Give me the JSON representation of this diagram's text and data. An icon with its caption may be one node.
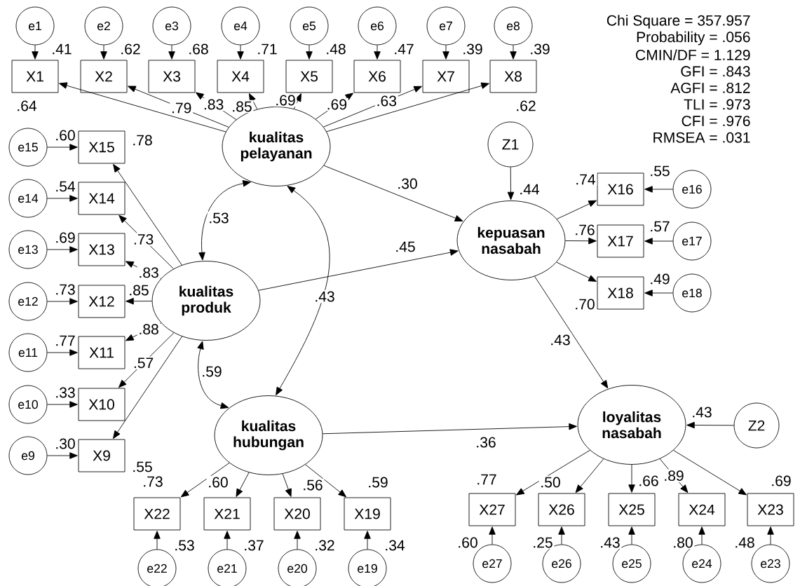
{
  "diagram": {
    "nodes": [
      {
        "text": [
          "e1"
        ]
      },
      {
        "text": [
          "e2"
        ]
      },
      {
        "text": [
          "e3"
        ]
      },
      {
        "text": [
          "e4"
        ]
      },
      {
        "text": [
          "e5"
        ]
      },
      {
        "text": [
          "e6"
        ]
      },
      {
        "text": [
          "e7"
        ]
      },
      {
        "text": [
          "e8"
        ]
      },
      {
        "text": [
          "X1"
        ],
        "beside": [
          ".41"
        ]
      },
      {
        "text": [
          "X2"
        ],
        "beside": [
          ".62"
        ]
      },
      {
        "text": [
          "X3"
        ],
        "beside": [
          ".68"
        ]
      },
      {
        "text": [
          "X4"
        ],
        "beside": [
          ".71"
        ]
      },
      {
        "text": [
          "X5"
        ],
        "beside": [
          ".48"
        ]
      },
      {
        "text": [
          "X6"
        ],
        "beside": [
          ".47"
        ]
      },
      {
        "text": [
          "X7"
        ],
        "beside": [
          ".39"
        ]
      },
      {
        "text": [
          "X8"
        ],
        "beside": [
          ".39"
        ]
      },
      {
        "text": [
          "kualitas pelayanan"
        ]
      },
      {
        "text": [
          "Z1"
        ]
      },
      {
        "text": [
          "e15"
        ]
      },
      {
        "text": [
          "e14"
        ]
      },
      {
        "text": [
          "e13"
        ]
      },
      {
        "text": [
          "e12"
        ]
      },
      {
        "text": [
          "e11"
        ]
      },
      {
        "text": [
          "e10"
        ]
      },
      {
        "text": [
          "e9"
        ]
      },
      {
        "text": [
          "X15"
        ],
        "beside": [
          ".60"
        ]
      },
      {
        "text": [
          "X14"
        ],
        "beside": [
          ".54"
        ]
      },
      {
        "text": [
          "X13"
        ],
        "beside": [
          ".69"
        ]
      },
      {
        "text": [
          "X12"
        ],
        "beside": [
          ".73"
        ]
      },
      {
        "text": [
          "X11"
        ],
        "beside": [
          ".77"
        ]
      },
      {
        "text": [
          "X10"
        ],
        "beside": [
          ".33"
        ]
      },
      {
        "text": [
          "X9"
        ],
        "beside": [
          ".30"
        ]
      },
      {
        "text": [
          "kualitas produk"
        ]
      },
      {
        "text": [
          "kepuasan nasabah"
        ],
        "beside": [
          ".44"
        ]
      },
      {
        "text": [
          "X16"
        ],
        "beside": [
          ".55"
        ]
      },
      {
        "text": [
          "X17"
        ],
        "beside": [
          ".57"
        ]
      },
      {
        "text": [
          "X18"
        ],
        "beside": [
          ".49"
        ]
      },
      {
        "text": [
          "e16"
        ]
      },
      {
        "text": [
          "e17"
        ]
      },
      {
        "text": [
          "e18"
        ]
      },
      {
        "text": [
          "kualitas hubungan"
        ]
      },
      {
        "text": [
          "loyalitas nasabah"
        ],
        "beside": [
          ".43"
        ]
      },
      {
        "text": [
          "Z2"
        ]
      },
      {
        "text": [
          "X22"
        ]
      },
      {
        "text": [
          "X21"
        ]
      },
      {
        "text": [
          "X20"
        ]
      },
      {
        "text": [
          "X19"
        ]
      },
      {
        "text": [
          "X27"
        ]
      },
      {
        "text": [
          "X26"
        ]
      },
      {
        "text": [
          "X25"
        ]
      },
      {
        "text": [
          "X24"
        ]
      },
      {
        "text": [
          "X23"
        ]
      },
      {
        "text": [
          "e22"
        ]
      },
      {
        "text": [
          "e21"
        ]
      },
      {
        "text": [
          "e20"
        ]
      },
      {
        "text": [
          "e19"
        ]
      },
      {
        "text": [
          "e27"
        ]
      },
      {
        "text": [
          "e26"
        ]
      },
      {
        "text": [
          "e25"
        ]
      },
      {
        "text": [
          "e24"
        ]
      },
      {
        "text": [
          "e23"
        ]
      }
    ],
    "edges": [
      {
        "from": 0,
        "to": 8,
        "arrow": "to"
      },
      {
        "from": 1,
        "to": 9,
        "arrow": "to"
      },
      {
        "from": 2,
        "to": 10,
        "arrow": "to"
      },
      {
        "from": 3,
        "to": 11,
        "arrow": "to"
      },
      {
        "from": 4,
        "to": 12,
        "arrow": "to"
      },
      {
        "from": 5,
        "to": 13,
        "arrow": "to"
      },
      {
        "from": 6,
        "to": 14,
        "arrow": "to"
      },
      {
        "from": 7,
        "to": 15,
        "arrow": "to"
      },
      {
        "from": 16,
        "to": 8,
        "arrow": "to",
        "label": ".64"
      },
      {
        "from": 16,
        "to": 9,
        "arrow": "to",
        "label": ".79"
      },
      {
        "from": 16,
        "to": 10,
        "arrow": "to",
        "label": ".83"
      },
      {
        "from": 16,
        "to": 11,
        "arrow": "to",
        "label": ".85"
      },
      {
        "from": 16,
        "to": 12,
        "arrow": "to",
        "label": ".69"
      },
      {
        "from": 16,
        "to": 13,
        "arrow": "to",
        "label": ".69"
      },
      {
        "from": 16,
        "to": 14,
        "arrow": "to",
        "label": ".63"
      },
      {
        "from": 16,
        "to": 15,
        "arrow": "to",
        "label": ".62"
      },
      {
        "from": 18,
        "to": 25,
        "arrow": "to"
      },
      {
        "from": 19,
        "to": 26,
        "arrow": "to"
      },
      {
        "from": 20,
        "to": 27,
        "arrow": "to"
      },
      {
        "from": 21,
        "to": 28,
        "arrow": "to"
      },
      {
        "from": 22,
        "to": 29,
        "arrow": "to"
      },
      {
        "from": 23,
        "to": 30,
        "arrow": "to"
      },
      {
        "from": 24,
        "to": 31,
        "arrow": "to"
      },
      {
        "from": 32,
        "to": 25,
        "arrow": "to",
        "label": ".78"
      },
      {
        "from": 32,
        "to": 26,
        "arrow": "to",
        "label": ".73"
      },
      {
        "from": 32,
        "to": 27,
        "arrow": "to",
        "label": ".83"
      },
      {
        "from": 32,
        "to": 28,
        "arrow": "to",
        "label": ".85"
      },
      {
        "from": 32,
        "to": 29,
        "arrow": "to",
        "label": ".88"
      },
      {
        "from": 32,
        "to": 30,
        "arrow": "to",
        "label": ".57"
      },
      {
        "from": 32,
        "to": 31,
        "arrow": "to",
        "label": ".55"
      },
      {
        "from": 16,
        "to": 33,
        "arrow": "to",
        "label": ".30"
      },
      {
        "from": 32,
        "to": 33,
        "arrow": "to",
        "label": ".45"
      },
      {
        "from": 17,
        "to": 33,
        "arrow": "to"
      },
      {
        "from": 33,
        "to": 34,
        "arrow": "to",
        "label": ".74"
      },
      {
        "from": 33,
        "to": 35,
        "arrow": "to",
        "label": ".76"
      },
      {
        "from": 33,
        "to": 36,
        "arrow": "to",
        "label": ".70"
      },
      {
        "from": 37,
        "to": 34,
        "arrow": "to"
      },
      {
        "from": 38,
        "to": 35,
        "arrow": "to"
      },
      {
        "from": 39,
        "to": 36,
        "arrow": "to"
      },
      {
        "from": 16,
        "to": 32,
        "arrow": "both",
        "label": ".53"
      },
      {
        "from": 32,
        "to": 40,
        "arrow": "both",
        "label": ".59"
      },
      {
        "from": 16,
        "to": 40,
        "arrow": "both",
        "label": ".43"
      },
      {
        "from": 33,
        "to": 41,
        "arrow": "to",
        "label": ".43"
      },
      {
        "from": 40,
        "to": 41,
        "arrow": "to",
        "label": ".36"
      },
      {
        "from": 42,
        "to": 41,
        "arrow": "to"
      },
      {
        "from": 40,
        "to": 43,
        "arrow": "to",
        "label": ".73"
      },
      {
        "from": 40,
        "to": 44,
        "arrow": "to",
        "label": ".60"
      },
      {
        "from": 40,
        "to": 45,
        "arrow": "to",
        "label": ".56"
      },
      {
        "from": 40,
        "to": 46,
        "arrow": "to",
        "label": ".59"
      },
      {
        "from": 41,
        "to": 47,
        "arrow": "to",
        "label": ".77"
      },
      {
        "from": 41,
        "to": 48,
        "arrow": "to",
        "label": ".50"
      },
      {
        "from": 41,
        "to": 49,
        "arrow": "to",
        "label": ".66"
      },
      {
        "from": 41,
        "to": 50,
        "arrow": "to",
        "label": ".89"
      },
      {
        "from": 41,
        "to": 51,
        "arrow": "to",
        "label": ".69"
      },
      {
        "from": 52,
        "to": 43,
        "arrow": "to"
      },
      {
        "from": 53,
        "to": 44,
        "arrow": "to"
      },
      {
        "from": 54,
        "to": 45,
        "arrow": "to"
      },
      {
        "from": 55,
        "to": 46,
        "arrow": "to"
      },
      {
        "from": 56,
        "to": 47,
        "arrow": "to"
      },
      {
        "from": 57,
        "to": 48,
        "arrow": "to"
      },
      {
        "from": 58,
        "to": 49,
        "arrow": "to"
      },
      {
        "from": 59,
        "to": 50,
        "arrow": "to"
      },
      {
        "from": 60,
        "to": 51,
        "arrow": "to"
      }
    ],
    "labels": [
      "Chi Square = 357.957",
      "Probability = .056",
      "CMIN/DF = 1.129",
      "GFI = .843",
      "AGFI = .812",
      "TLI = .973",
      "CFI = .976",
      "RMSEA = .031",
      ".53",
      ".37",
      ".32",
      ".34",
      ".60",
      ".25",
      ".43",
      ".80",
      ".48"
    ]
  }
}
